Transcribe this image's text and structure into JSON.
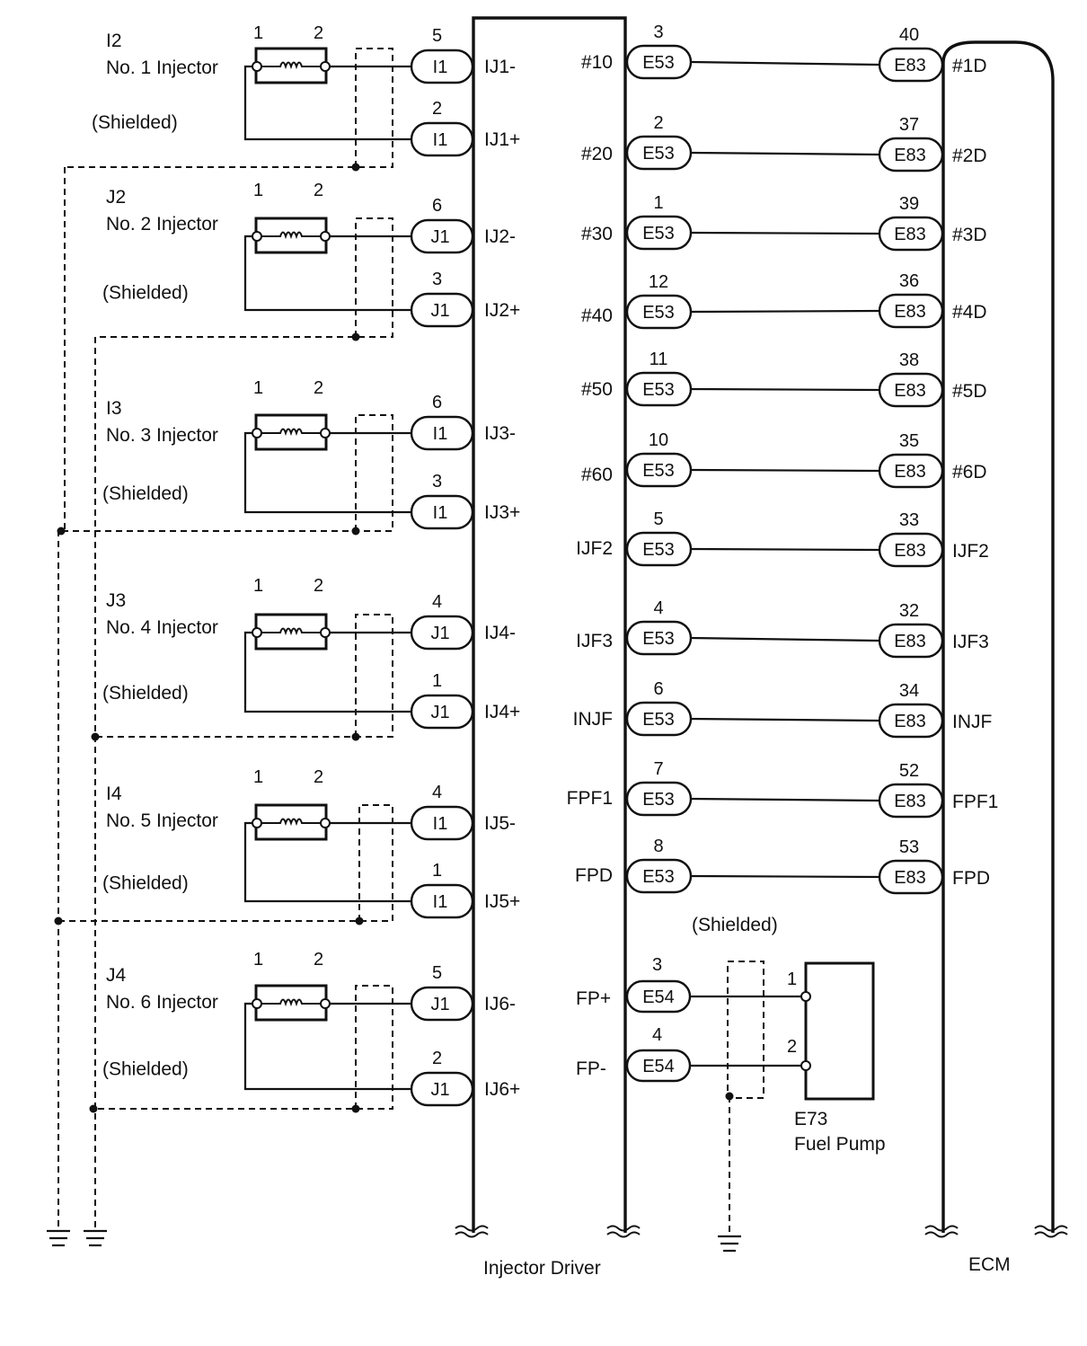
{
  "injectors": [
    {
      "code": "I2",
      "name": "No. 1 Injector",
      "shield": "(Shielded)",
      "pin_a": "1",
      "pin_b": "2",
      "neg": {
        "conn": "I1",
        "pin": "5",
        "sig": "IJ1-"
      },
      "pos": {
        "conn": "I1",
        "pin": "2",
        "sig": "IJ1+"
      }
    },
    {
      "code": "J2",
      "name": "No. 2 Injector",
      "shield": "(Shielded)",
      "pin_a": "1",
      "pin_b": "2",
      "neg": {
        "conn": "J1",
        "pin": "6",
        "sig": "IJ2-"
      },
      "pos": {
        "conn": "J1",
        "pin": "3",
        "sig": "IJ2+"
      }
    },
    {
      "code": "I3",
      "name": "No. 3 Injector",
      "shield": "(Shielded)",
      "pin_a": "1",
      "pin_b": "2",
      "neg": {
        "conn": "I1",
        "pin": "6",
        "sig": "IJ3-"
      },
      "pos": {
        "conn": "I1",
        "pin": "3",
        "sig": "IJ3+"
      }
    },
    {
      "code": "J3",
      "name": "No. 4 Injector",
      "shield": "(Shielded)",
      "pin_a": "1",
      "pin_b": "2",
      "neg": {
        "conn": "J1",
        "pin": "4",
        "sig": "IJ4-"
      },
      "pos": {
        "conn": "J1",
        "pin": "1",
        "sig": "IJ4+"
      }
    },
    {
      "code": "I4",
      "name": "No. 5 Injector",
      "shield": "(Shielded)",
      "pin_a": "1",
      "pin_b": "2",
      "neg": {
        "conn": "I1",
        "pin": "4",
        "sig": "IJ5-"
      },
      "pos": {
        "conn": "I1",
        "pin": "1",
        "sig": "IJ5+"
      }
    },
    {
      "code": "J4",
      "name": "No. 6 Injector",
      "shield": "(Shielded)",
      "pin_a": "1",
      "pin_b": "2",
      "neg": {
        "conn": "J1",
        "pin": "5",
        "sig": "IJ6-"
      },
      "pos": {
        "conn": "J1",
        "pin": "2",
        "sig": "IJ6+"
      }
    }
  ],
  "links": [
    {
      "left_sig": "#10",
      "e53_pin": "3",
      "e53": "E53",
      "e83_pin": "40",
      "e83": "E83",
      "right_sig": "#1D"
    },
    {
      "left_sig": "#20",
      "e53_pin": "2",
      "e53": "E53",
      "e83_pin": "37",
      "e83": "E83",
      "right_sig": "#2D"
    },
    {
      "left_sig": "#30",
      "e53_pin": "1",
      "e53": "E53",
      "e83_pin": "39",
      "e83": "E83",
      "right_sig": "#3D"
    },
    {
      "left_sig": "#40",
      "e53_pin": "12",
      "e53": "E53",
      "e83_pin": "36",
      "e83": "E83",
      "right_sig": "#4D"
    },
    {
      "left_sig": "#50",
      "e53_pin": "11",
      "e53": "E53",
      "e83_pin": "38",
      "e83": "E83",
      "right_sig": "#5D"
    },
    {
      "left_sig": "#60",
      "e53_pin": "10",
      "e53": "E53",
      "e83_pin": "35",
      "e83": "E83",
      "right_sig": "#6D"
    },
    {
      "left_sig": "IJF2",
      "e53_pin": "5",
      "e53": "E53",
      "e83_pin": "33",
      "e83": "E83",
      "right_sig": "IJF2"
    },
    {
      "left_sig": "IJF3",
      "e53_pin": "4",
      "e53": "E53",
      "e83_pin": "32",
      "e83": "E83",
      "right_sig": "IJF3"
    },
    {
      "left_sig": "INJF",
      "e53_pin": "6",
      "e53": "E53",
      "e83_pin": "34",
      "e83": "E83",
      "right_sig": "INJF"
    },
    {
      "left_sig": "FPF1",
      "e53_pin": "7",
      "e53": "E53",
      "e83_pin": "52",
      "e83": "E83",
      "right_sig": "FPF1"
    },
    {
      "left_sig": "FPD",
      "e53_pin": "8",
      "e53": "E53",
      "e83_pin": "53",
      "e83": "E83",
      "right_sig": "FPD"
    }
  ],
  "fuel_pump": {
    "shield": "(Shielded)",
    "code": "E73",
    "name": "Fuel Pump",
    "pos": {
      "sig": "FP+",
      "conn": "E54",
      "pin": "3",
      "pump_pin": "1"
    },
    "neg": {
      "sig": "FP-",
      "conn": "E54",
      "pin": "4",
      "pump_pin": "2"
    }
  },
  "labels": {
    "driver": "Injector Driver",
    "ecm": "ECM"
  }
}
